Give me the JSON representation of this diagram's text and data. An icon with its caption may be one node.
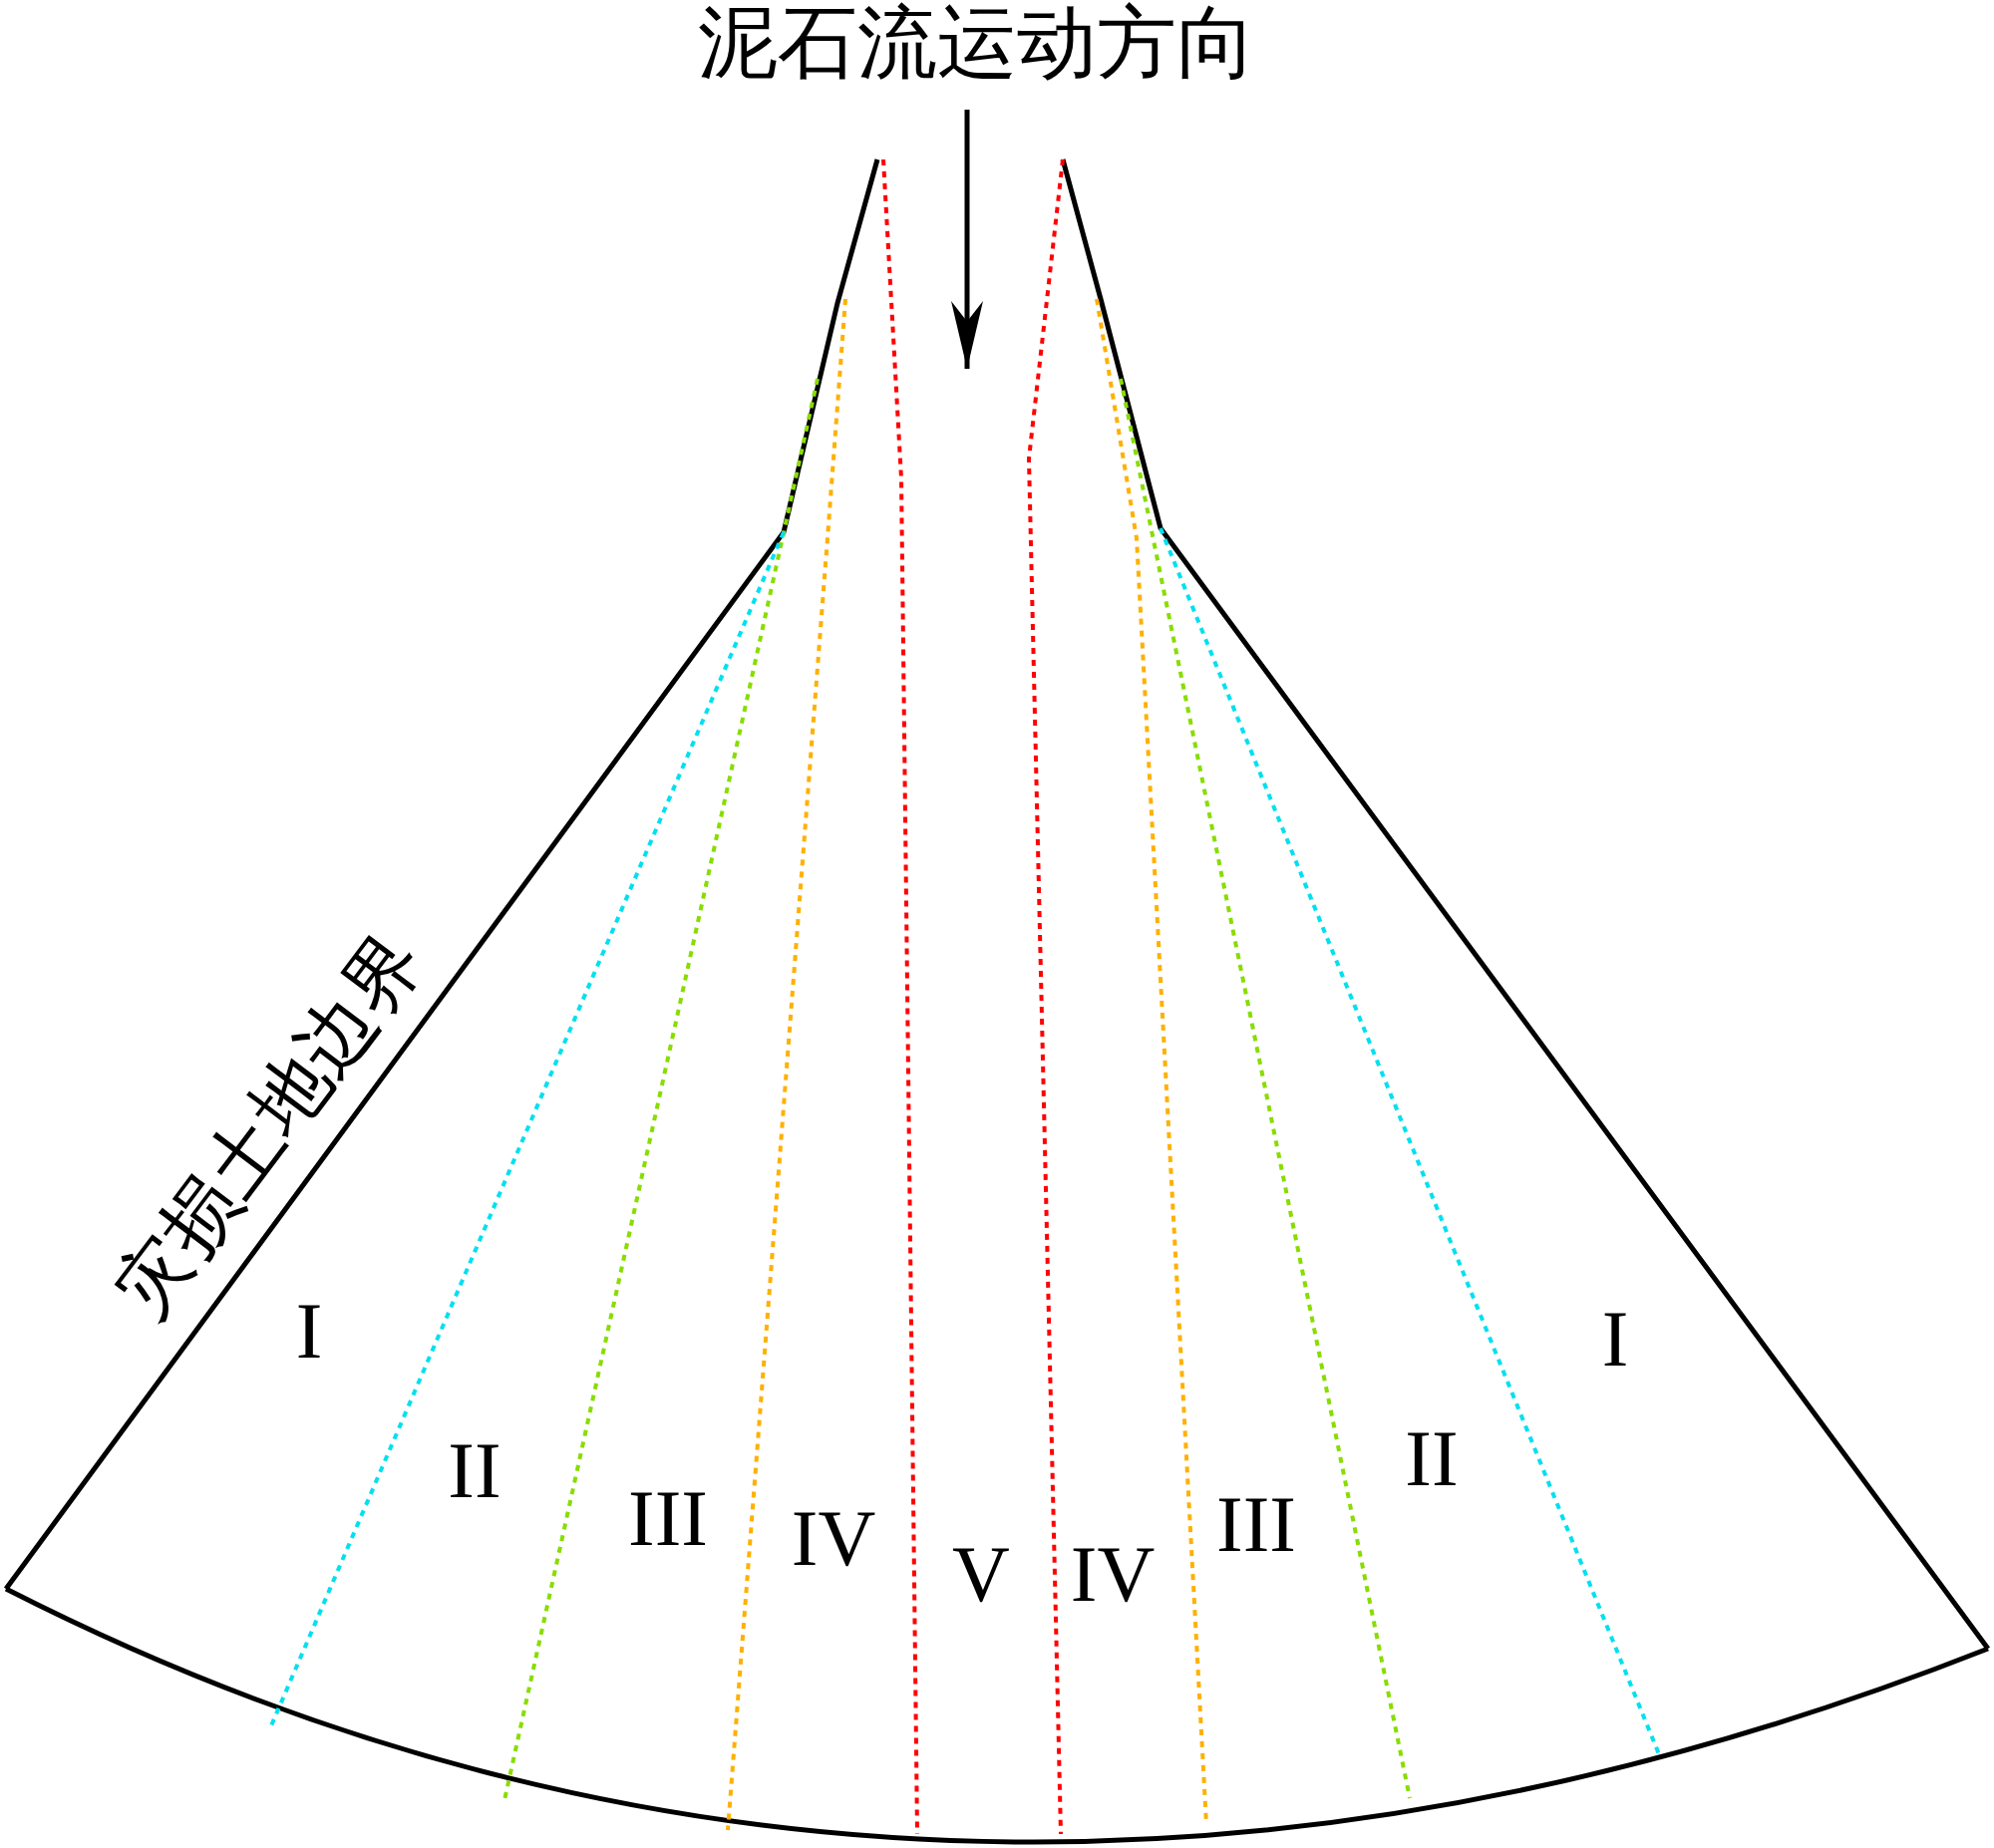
{
  "diagram": {
    "labels": [
      "泥石流运动方向",
      "灾损土地边界",
      "I",
      "II",
      "III",
      "IV",
      "V",
      "IV",
      "III",
      "II",
      "I"
    ]
  }
}
